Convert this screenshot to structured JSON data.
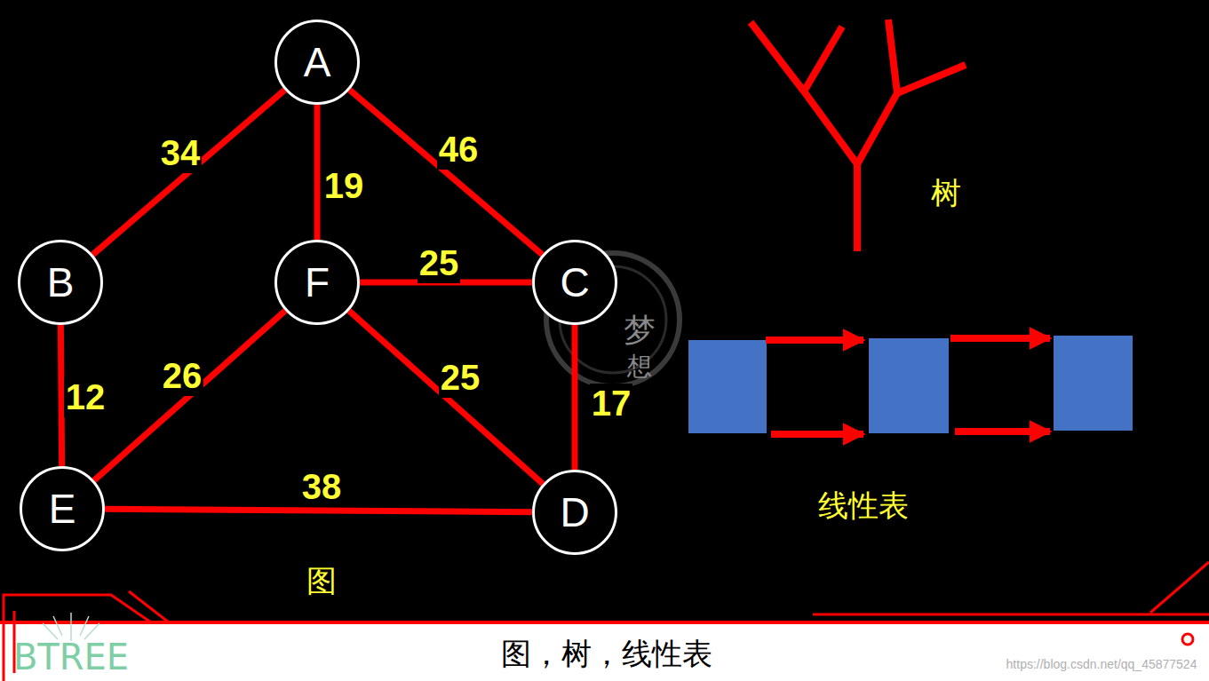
{
  "diagram": {
    "caption": "图，树，线性表",
    "nodes": [
      {
        "text": [
          "A"
        ]
      },
      {
        "text": [
          "B"
        ]
      },
      {
        "text": [
          "F"
        ]
      },
      {
        "text": [
          "C"
        ]
      },
      {
        "text": [
          "E"
        ]
      },
      {
        "text": [
          "D"
        ]
      }
    ],
    "edges": [
      {
        "from": 0,
        "to": 1,
        "arrow": "none",
        "label": "34"
      },
      {
        "from": 0,
        "to": 2,
        "arrow": "none",
        "label": "19"
      },
      {
        "from": 0,
        "to": 3,
        "arrow": "none",
        "label": "46"
      },
      {
        "from": 2,
        "to": 3,
        "arrow": "none",
        "label": "25"
      },
      {
        "from": 1,
        "to": 4,
        "arrow": "none",
        "label": "12"
      },
      {
        "from": 2,
        "to": 4,
        "arrow": "none",
        "label": "26"
      },
      {
        "from": 2,
        "to": 5,
        "arrow": "none",
        "label": "25"
      },
      {
        "from": 3,
        "to": 5,
        "arrow": "none",
        "label": "17"
      },
      {
        "from": 4,
        "to": 5,
        "arrow": "none",
        "label": "38"
      }
    ],
    "labels": [
      "图",
      "树",
      "线性表",
      "梦",
      "想",
      "BTREE",
      "https://blog.csdn.net/qq_45877524"
    ]
  }
}
